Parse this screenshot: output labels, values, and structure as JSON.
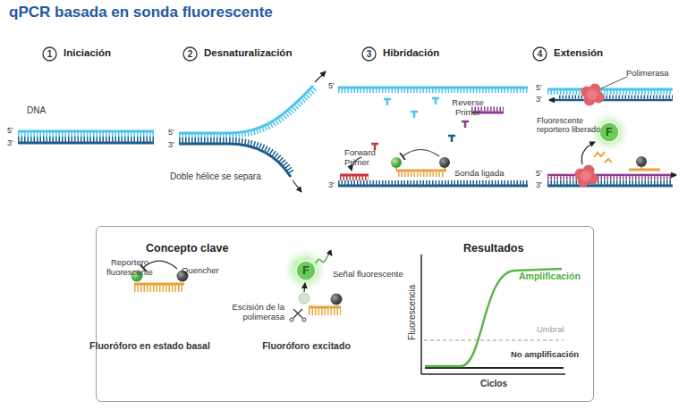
{
  "diagram": {
    "title": "qPCR basada en sonda fluorescente",
    "nodes": [
      {
        "text": [
          "1",
          "Iniciación"
        ]
      },
      {
        "text": [
          "2",
          "Desnaturalización"
        ]
      },
      {
        "text": [
          "3",
          "Hibridación"
        ]
      },
      {
        "text": [
          "4",
          "Extensión"
        ]
      },
      {
        "text": [
          "F"
        ]
      },
      {
        "text": [
          "Concepto clave",
          "Resultados"
        ]
      },
      {
        "text": [
          "F"
        ],
        "in": 5
      }
    ],
    "labels": [
      "DNA",
      "5'",
      "3'",
      "5'",
      "3'",
      "Doble hélice se separa",
      "5'",
      "Reverse Primer",
      "Forward Primer",
      "Sonda ligada",
      "3'",
      "5'",
      "3'",
      "Polimerasa",
      "Fluorescente reportero liberado",
      "5'",
      "3'",
      "Reportero fluorescente",
      "Quencher",
      "Fluoróforo en estado basal",
      "Señal fluorescente",
      "Escisión de la polimerasa",
      "Fluoróforo excitado",
      "Fluorescencia",
      "Ciclos",
      "Amplificación",
      "Umbral",
      "No amplificación"
    ]
  }
}
